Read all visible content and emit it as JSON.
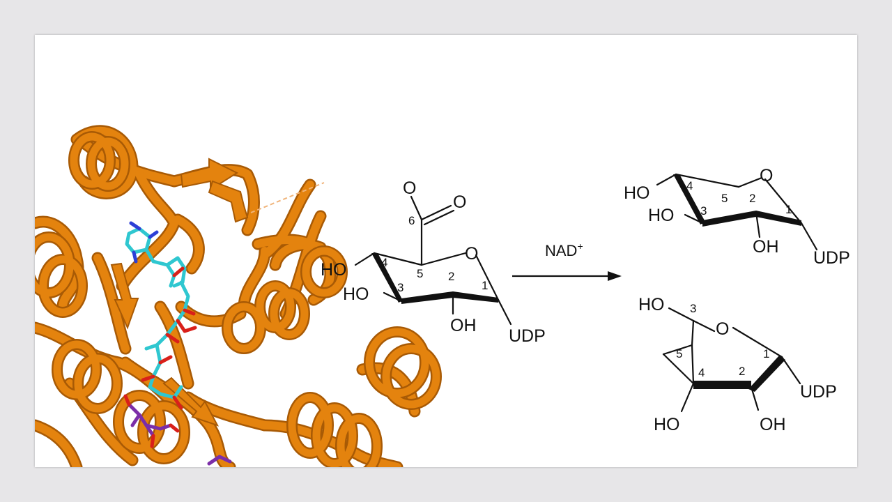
{
  "reactant": {
    "carboxyl_o1": "O",
    "carboxyl_o2": "O",
    "ring_o": "O",
    "ho_4": "HO",
    "ho_3": "HO",
    "oh_2": "OH",
    "udp": "UDP",
    "c6": "6",
    "c5": "5",
    "c4": "4",
    "c3": "3",
    "c2": "2",
    "c1": "1"
  },
  "reaction": {
    "cofactor": "NAD",
    "cofactor_charge": "+"
  },
  "product_pyranose": {
    "ring_o": "O",
    "ho_4": "HO",
    "ho_3": "HO",
    "oh_2": "OH",
    "udp": "UDP",
    "c4": "4",
    "c5": "5",
    "c3": "3",
    "c2": "2",
    "c1": "1"
  },
  "product_furanose": {
    "ho_3": "HO",
    "ring_o": "O",
    "ho_4": "HO",
    "oh_2": "OH",
    "udp": "UDP",
    "c3": "3",
    "c5": "5",
    "c4": "4",
    "c2": "2",
    "c1": "1"
  },
  "colors": {
    "protein": "#e4830e",
    "protein_dark": "#a85a05",
    "ligand_cyan": "#2fc7d0",
    "ligand_purple": "#7b2ea8",
    "oxygen": "#d9201a",
    "nitrogen": "#2d3fd6",
    "ink": "#111111",
    "page_bg": "#e7e6e8",
    "slide_bg": "#ffffff"
  }
}
